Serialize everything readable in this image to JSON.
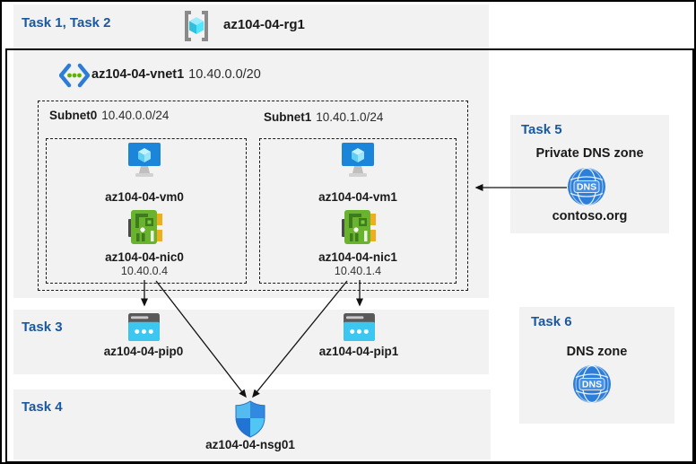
{
  "palette": {
    "task_label_blue": "#1A58A0",
    "panel_gray": "#F2F2F2",
    "arrow_black": "#111111",
    "vm_blue": "#1B85DA",
    "nic_green": "#69B32E",
    "pip_cyan": "#3BC7F2",
    "dns_blue": "#2C7ED9"
  },
  "header": {
    "tasks_label": "Task 1, Task 2",
    "rg_name": "az104-04-rg1"
  },
  "vnet": {
    "name": "az104-04-vnet1",
    "cidr": "10.40.0.0/20"
  },
  "subnets": [
    {
      "name": "Subnet0",
      "cidr": "10.40.0.0/24",
      "vm": "az104-04-vm0",
      "nic": "az104-04-nic0",
      "ip": "10.40.0.4"
    },
    {
      "name": "Subnet1",
      "cidr": "10.40.1.0/24",
      "vm": "az104-04-vm1",
      "nic": "az104-04-nic1",
      "ip": "10.40.1.4"
    }
  ],
  "task3": {
    "label": "Task 3",
    "pip0": "az104-04-pip0",
    "pip1": "az104-04-pip1"
  },
  "task4": {
    "label": "Task 4",
    "nsg": "az104-04-nsg01"
  },
  "task5": {
    "label": "Task 5",
    "title": "Private DNS zone",
    "zone": "contoso.org",
    "dns_icon_text": "DNS"
  },
  "task6": {
    "label": "Task 6",
    "title": "DNS zone",
    "dns_icon_text": "DNS"
  }
}
